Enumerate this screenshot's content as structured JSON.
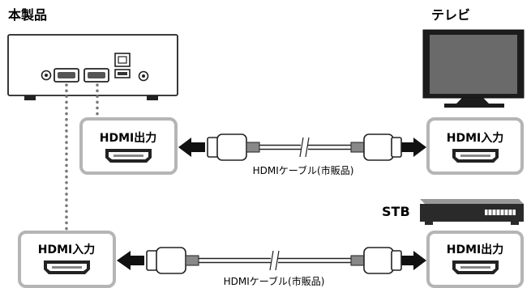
{
  "device": {
    "title": "本製品"
  },
  "tv": {
    "title": "テレビ"
  },
  "stb": {
    "title": "STB"
  },
  "connections": [
    {
      "left_port": "HDMI出力",
      "right_port": "HDMI入力",
      "cable": "HDMIケーブル(市販品)"
    },
    {
      "left_port": "HDMI入力",
      "right_port": "HDMI出力",
      "cable": "HDMIケーブル(市販品)"
    }
  ],
  "colors": {
    "frame": "#b5b5b5",
    "line": "#222222",
    "dots": "#777777"
  }
}
